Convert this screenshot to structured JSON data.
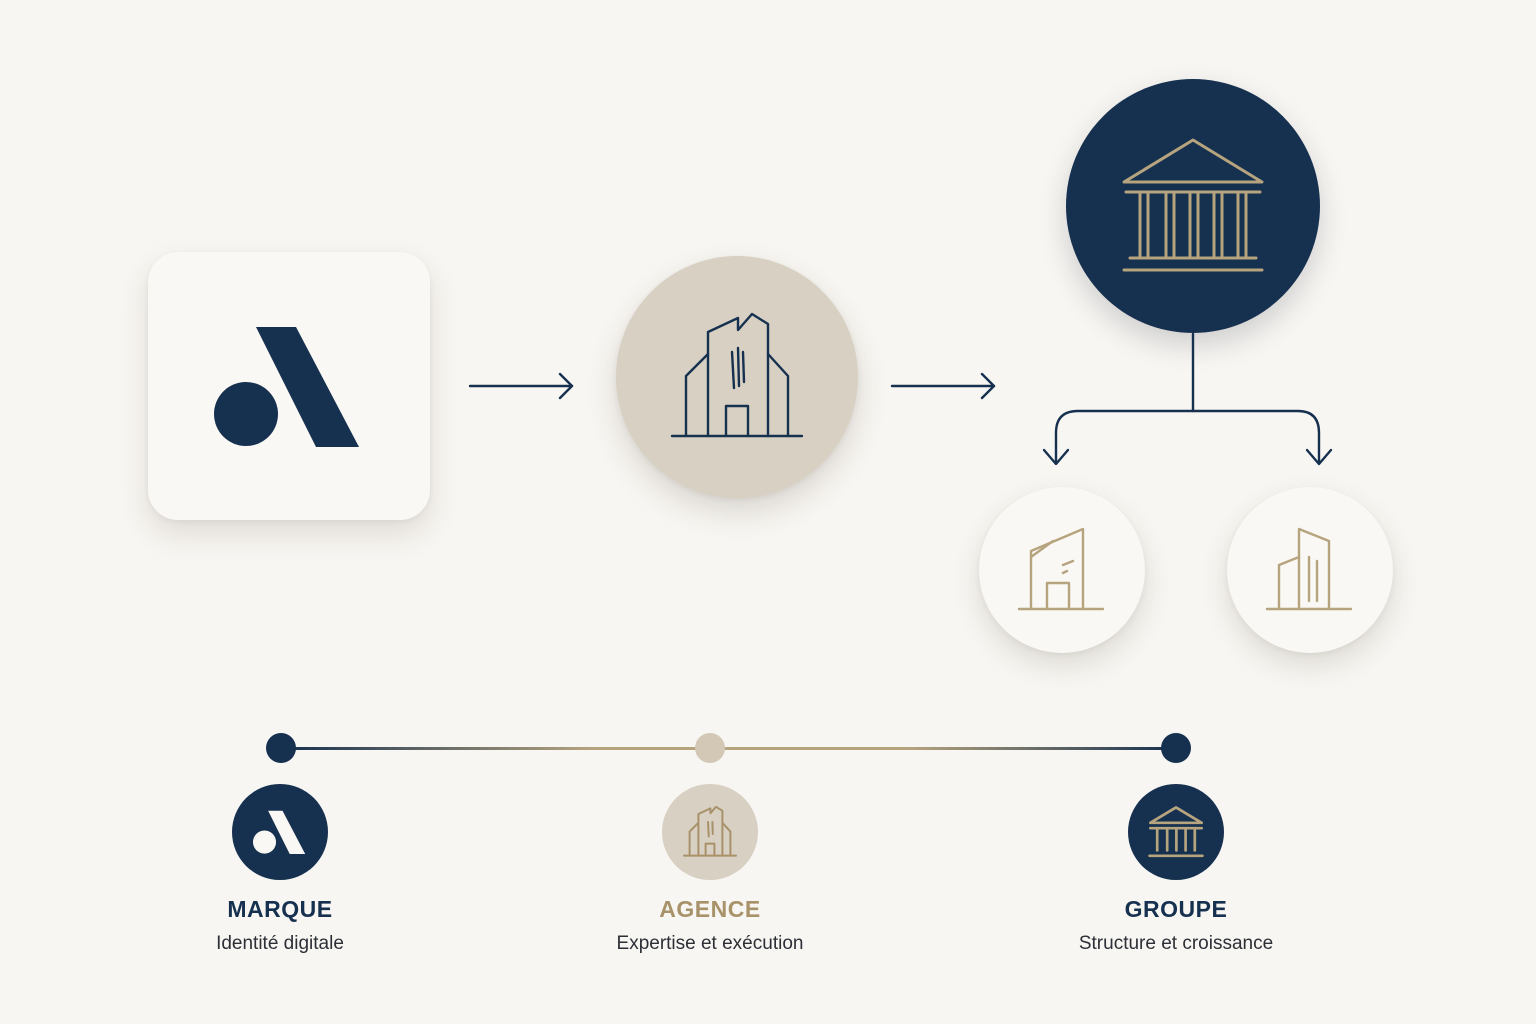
{
  "colors": {
    "navy": "#16304f",
    "gold": "#b6a47f",
    "sand": "#d8d0c2",
    "cream": "#faf8f4",
    "background": "#f8f6f2"
  },
  "diagram": {
    "nodes": [
      {
        "id": "brand",
        "icon": "brand-logo-icon"
      },
      {
        "id": "agency",
        "icon": "office-building-icon"
      },
      {
        "id": "group",
        "icon": "institution-columns-icon"
      },
      {
        "id": "subsidiary-1",
        "icon": "building-icon"
      },
      {
        "id": "subsidiary-2",
        "icon": "tower-building-icon"
      }
    ],
    "edges": [
      {
        "from": "brand",
        "to": "agency"
      },
      {
        "from": "agency",
        "to": "group"
      },
      {
        "from": "group",
        "to": "subsidiary-1"
      },
      {
        "from": "group",
        "to": "subsidiary-2"
      }
    ]
  },
  "timeline": {
    "stages": [
      {
        "title": "MARQUE",
        "subtitle": "Identité digitale",
        "title_color": "#16304f",
        "icon": "brand-logo-icon"
      },
      {
        "title": "AGENCE",
        "subtitle": "Expertise et exécution",
        "title_color": "#a8926a",
        "icon": "office-building-icon"
      },
      {
        "title": "GROUPE",
        "subtitle": "Structure et croissance",
        "title_color": "#16304f",
        "icon": "institution-columns-icon"
      }
    ]
  }
}
